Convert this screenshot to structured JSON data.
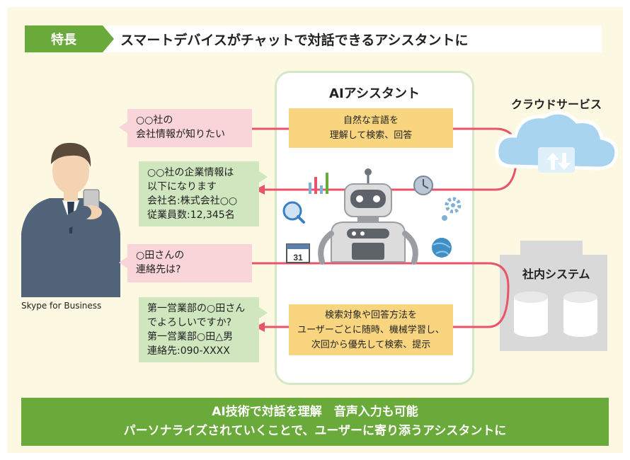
{
  "header": {
    "tag": "特長",
    "title": "スマートデバイスがチャットで対話できるアシスタントに"
  },
  "assistant": {
    "title": "AIアシスタント",
    "box1": [
      "自然な言語を",
      "理解して検索、回答"
    ],
    "box2": [
      "検索対象や回答方法を",
      "ユーザーごとに随時、機械学習し、",
      "次回から優先して検索、提示"
    ],
    "calendar_day": "31"
  },
  "chat": {
    "q1": [
      "○○社の",
      "会社情報が知りたい"
    ],
    "a1": [
      "○○社の企業情報は",
      "以下になります",
      "会社名:株式会社○○",
      "従業員数:12,345名"
    ],
    "q2": [
      "○田さんの",
      "連絡先は?"
    ],
    "a2": [
      "第一営業部の○田さん",
      "でよろしいですか?",
      "第一営業部○田△男",
      "連絡先:090-XXXX"
    ]
  },
  "user_label": "Skype for Business",
  "cloud_label": "クラウドサービス",
  "system_label": "社内システム",
  "bottom": {
    "line1": "AI技術で対話を理解　音声入力も可能",
    "line2": "パーソナライズされていくことで、ユーザーに寄り添うアシスタントに"
  },
  "colors": {
    "green": "#6aaa3a",
    "pink": "#e8546a",
    "orange": "#f8d57e",
    "cloud": "#a9d4ef"
  }
}
